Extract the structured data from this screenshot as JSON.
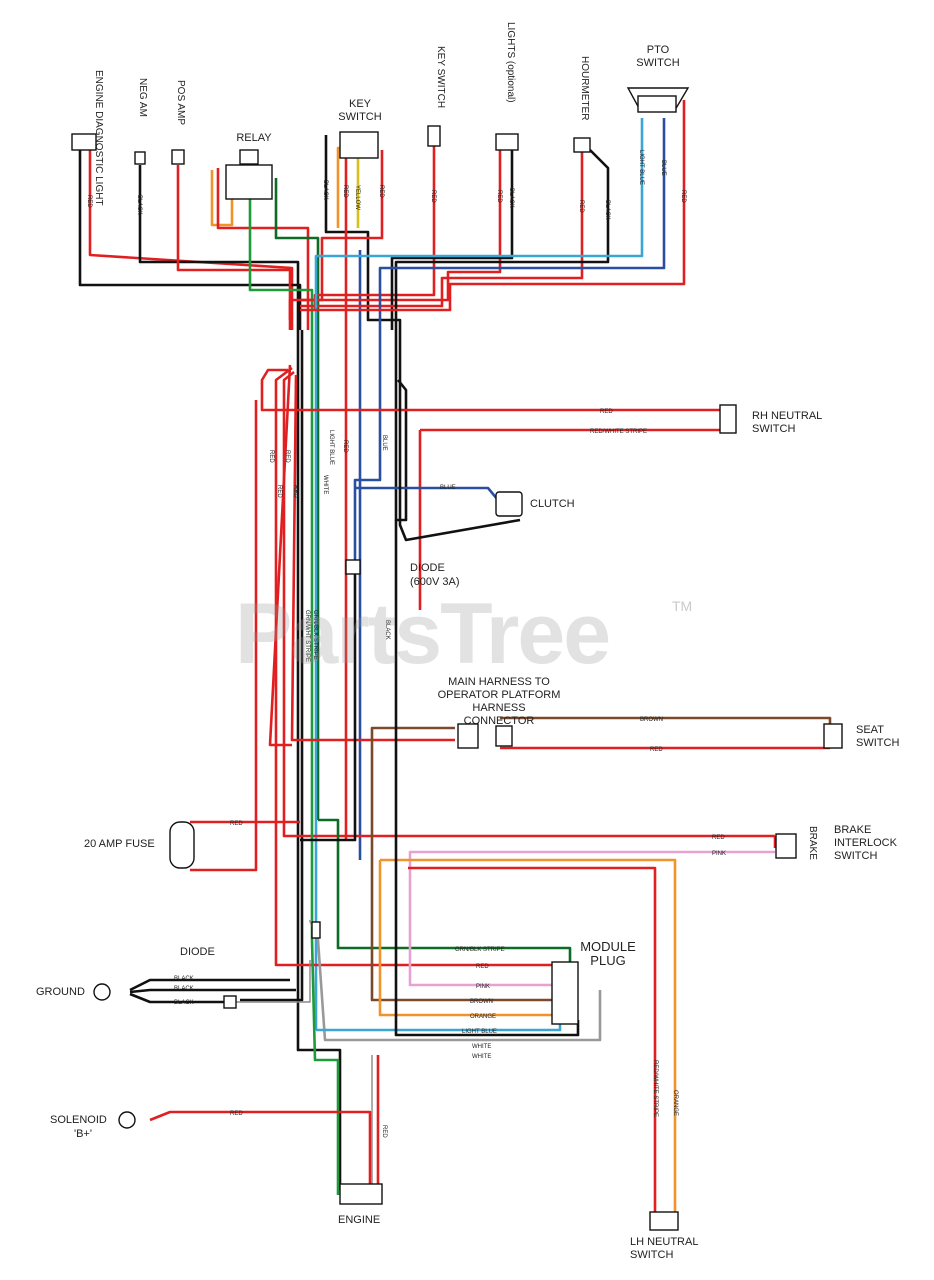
{
  "watermark": {
    "text": "PartsTree",
    "tm": "TM"
  },
  "components": {
    "engine_diag_light": "ENGINE DIAGNOSTIC LIGHT",
    "neg_am": "NEG AM",
    "pos_amp": "POS AMP",
    "relay": "RELAY",
    "key_switch": "KEY SWITCH",
    "key_switch_v": "KEY SWITCH",
    "lights_optional": "LIGHTS (optional)",
    "hourmeter": "HOURMETER",
    "pto_switch": "PTO SWITCH",
    "rh_neutral_switch": "RH NEUTRAL SWITCH",
    "clutch": "CLUTCH",
    "diode_top": "DIODE",
    "diode_top_spec": "(600V 3A)",
    "main_harness": "MAIN HARNESS TO OPERATOR PLATFORM HARNESS CONNECTOR",
    "seat_switch": "SEAT SWITCH",
    "fuse": "20 AMP FUSE",
    "brake_interlock": "BRAKE INTERLOCK SWITCH",
    "brake": "BRAKE",
    "diode_bottom": "DIODE",
    "module_plug": "MODULE PLUG",
    "ground": "GROUND",
    "solenoid": "SOLENOID",
    "solenoid_b": "'B+'",
    "engine": "ENGINE",
    "lh_neutral_switch": "LH NEUTRAL SWITCH"
  },
  "wire_labels": {
    "red": "RED",
    "black": "BLACK",
    "blue": "BLUE",
    "white": "WHITE",
    "brown": "BROWN",
    "pink": "PINK",
    "orange": "ORANGE",
    "light_blue": "LIGHT BLUE",
    "yellow": "YELLOW",
    "red_white_stripe": "RED/WHITE STRIPE",
    "grn_blk_stripe": "GRN/BLK STRIPE",
    "grn_wht_stripe": "GRN/WHT STRIPE"
  },
  "colors": {
    "red": "#e02020",
    "black": "#111111",
    "green": "#1f9a3a",
    "dark_green": "#0c6b24",
    "blue": "#2b4fa0",
    "light_blue": "#3aa6d6",
    "brown": "#7a4a2a",
    "pink": "#e7a2d2",
    "orange": "#f0932a",
    "yellow": "#d8c21a",
    "gray": "#777777"
  }
}
